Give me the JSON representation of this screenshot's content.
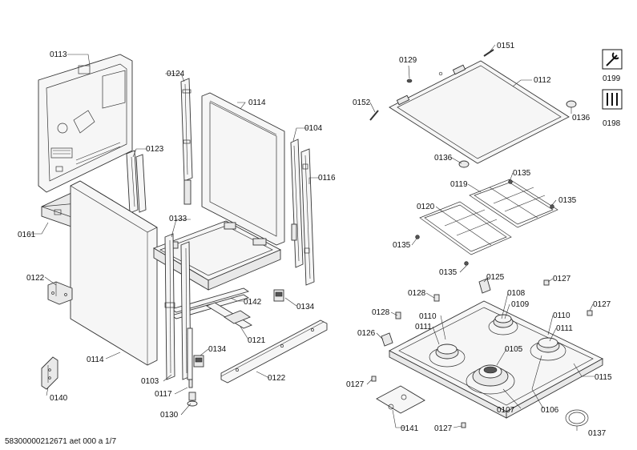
{
  "footer": "58300000212671 aet 000 a 1/7",
  "labels": {
    "l0113": "0113",
    "l0124": "0124",
    "l0114a": "0114",
    "l0104": "0104",
    "l0123": "0123",
    "l0116": "0116",
    "l0133": "0133",
    "l0161": "0161",
    "l0122a": "0122",
    "l0142": "0142",
    "l0134a": "0134",
    "l0121": "0121",
    "l0114b": "0114",
    "l0134b": "0134",
    "l0103": "0103",
    "l0117": "0117",
    "l0122b": "0122",
    "l0140": "0140",
    "l0130": "0130",
    "l0129": "0129",
    "l0151": "0151",
    "l0112": "0112",
    "l0152": "0152",
    "l0136a": "0136",
    "l0136b": "0136",
    "l0135a": "0135",
    "l0119": "0119",
    "l0120": "0120",
    "l0135b": "0135",
    "l0135c": "0135",
    "l0135d": "0135",
    "l0128a": "0128",
    "l0125": "0125",
    "l0127a": "0127",
    "l0108": "0108",
    "l0109": "0109",
    "l0127b": "0127",
    "l0128b": "0128",
    "l0110a": "0110",
    "l0110b": "0110",
    "l0111a": "0111",
    "l0111b": "0111",
    "l0126": "0126",
    "l0105": "0105",
    "l0115": "0115",
    "l0127c": "0127",
    "l0107": "0107",
    "l0106": "0106",
    "l0141": "0141",
    "l0127d": "0127",
    "l0137": "0137",
    "l0199": "0199",
    "l0198": "0198"
  }
}
